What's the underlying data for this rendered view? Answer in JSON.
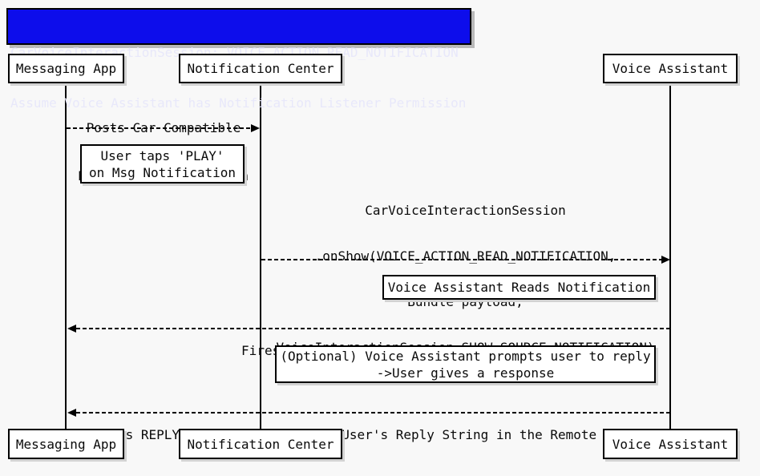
{
  "diagram": {
    "title": {
      "line1": "CarVoiceInteractionSession: VOICE_ACTION_READ_NOTIFICATION",
      "line2": "Assume Voice Assistant has Notification Listener Permission"
    },
    "participants": [
      {
        "label": "Messaging App"
      },
      {
        "label": "Notification Center"
      },
      {
        "label": "Voice Assistant"
      }
    ],
    "messages": [
      {
        "from": "Messaging App",
        "to": "Notification Center",
        "style": "dashed-arrow",
        "lines": [
          "Posts Car Compatible",
          "Messaging Notification"
        ]
      },
      {
        "from": "Notification Center",
        "to": "Voice Assistant",
        "style": "dashed-arrow",
        "lines": [
          "CarVoiceInteractionSession",
          ".onShow(VOICE_ACTION_READ_NOTIFICATION,",
          "Bundle payload,",
          "VoiceInteractionSession.SHOW_SOURCE_NOTIFICATION)"
        ]
      },
      {
        "from": "Voice Assistant",
        "to": "Messaging App",
        "style": "dashed-arrow",
        "lines": [
          "Fires MARK_AS_READ Pending Intent"
        ]
      },
      {
        "from": "Voice Assistant",
        "to": "Messaging App",
        "style": "dashed-arrow",
        "lines": [
          "Fires REPLY Pending Intent with User's Reply String in the Remote Input"
        ]
      }
    ],
    "notes": [
      {
        "lines": [
          "User taps 'PLAY'",
          "on Msg Notification"
        ]
      },
      {
        "lines": [
          "Voice Assistant Reads Notification"
        ]
      },
      {
        "lines": [
          "(Optional) Voice Assistant prompts user to reply",
          "->User gives a response"
        ]
      }
    ]
  },
  "colors": {
    "background": "#f8f8f8",
    "title_bg": "#0d0deb",
    "title_text": "#e8e8fa",
    "box_bg": "#ffffff",
    "border": "#000000",
    "line": "#000000",
    "shadow": "#d2d2d2",
    "shadow_dark": "#b9b9b9"
  }
}
